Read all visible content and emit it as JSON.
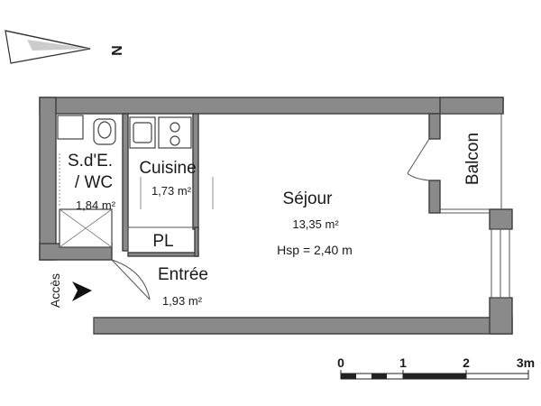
{
  "compass": {
    "label": "N"
  },
  "rooms": {
    "sde": {
      "name_l1": "S.d'E.",
      "name_l2": "/ WC",
      "area": "1,84 m²"
    },
    "cuisine": {
      "name": "Cuisine",
      "area": "1,73 m²"
    },
    "sejour": {
      "name": "Séjour",
      "area": "13,35 m²",
      "height": "Hsp = 2,40 m"
    },
    "balcon": {
      "name": "Balcon"
    },
    "pl": {
      "name": "PL"
    },
    "entree": {
      "name": "Entrée",
      "area": "1,93 m²"
    }
  },
  "access": {
    "label": "Accès"
  },
  "scale": {
    "ticks": [
      "0",
      "1",
      "2",
      "3m"
    ]
  }
}
